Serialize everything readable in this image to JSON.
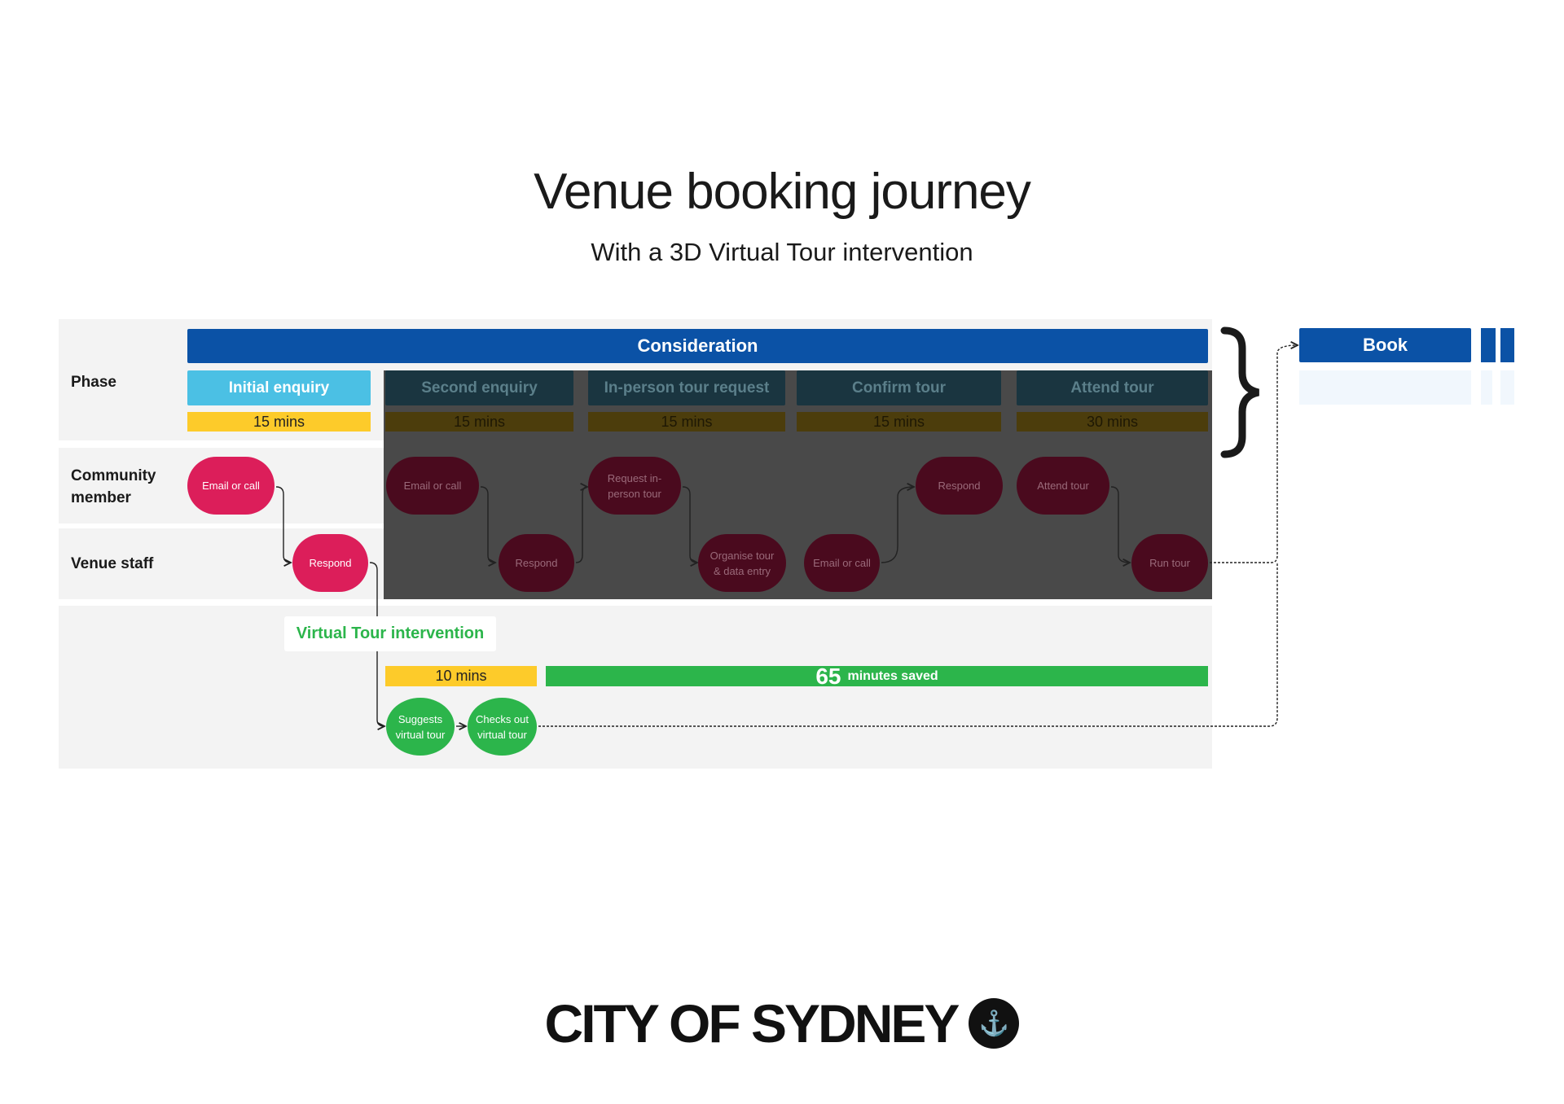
{
  "title": "Venue booking journey",
  "subtitle": "With a 3D Virtual Tour intervention",
  "rows": {
    "phase": "Phase",
    "community": "Community member",
    "staff": "Venue staff"
  },
  "consideration": "Consideration",
  "book": "Book",
  "phases": [
    {
      "label": "Initial enquiry",
      "time": "15 mins"
    },
    {
      "label": "Second enquiry",
      "time": "15 mins"
    },
    {
      "label": "In-person tour request",
      "time": "15 mins"
    },
    {
      "label": "Confirm tour",
      "time": "15 mins"
    },
    {
      "label": "Attend tour",
      "time": "30 mins"
    }
  ],
  "nodes": {
    "c1": "Email or call",
    "s1": "Respond",
    "c2": "Email or call",
    "s2": "Respond",
    "c3": "Request in-person tour",
    "s3": "Organise tour & data entry",
    "s4": "Email or call",
    "c4": "Respond",
    "c5": "Attend tour",
    "s5": "Run tour"
  },
  "intervention": {
    "label": "Virtual Tour intervention",
    "time": "10 mins",
    "saved_number": "65",
    "saved_text": "minutes saved",
    "n1": "Suggests virtual tour",
    "n2": "Checks out virtual tour"
  },
  "logo": {
    "text": "CITY OF SYDNEY"
  },
  "colors": {
    "blue": "#0b52a6",
    "cyan": "#4bc0e4",
    "yellow": "#fdcb2a",
    "pink": "#dc1e5a",
    "green": "#2cb54b"
  }
}
